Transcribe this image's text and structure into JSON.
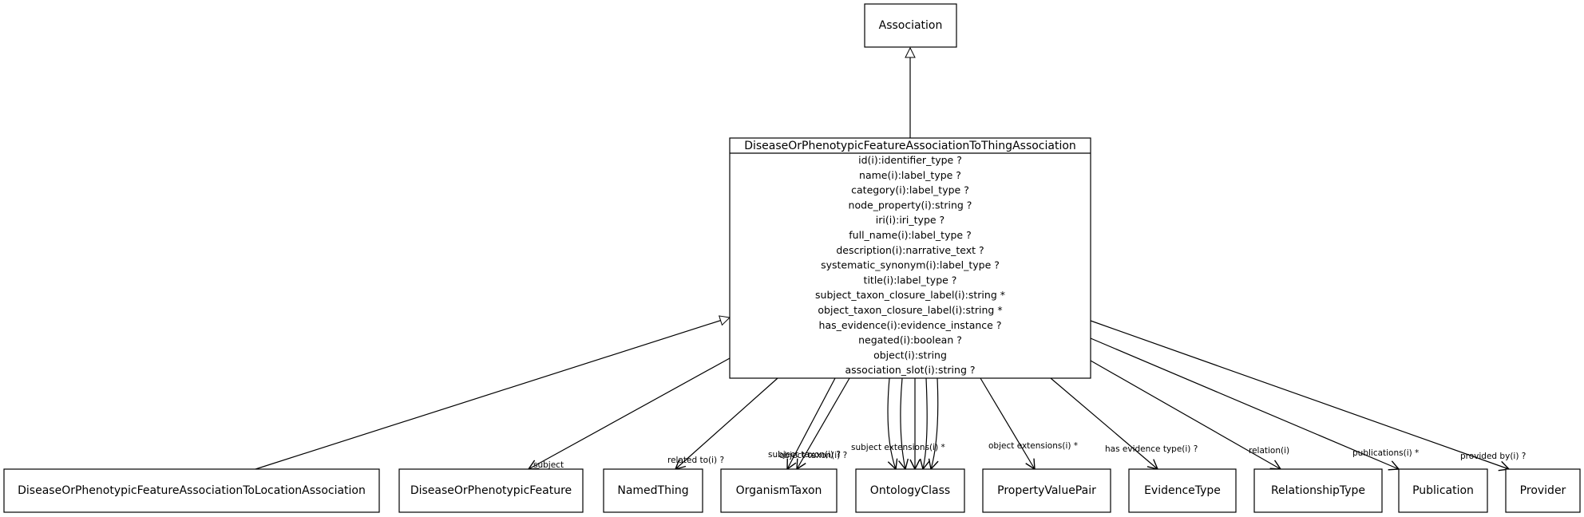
{
  "superclass": {
    "name": "Association"
  },
  "main_class": {
    "name": "DiseaseOrPhenotypicFeatureAssociationToThingAssociation",
    "attributes": [
      "id(i):identifier_type ?",
      "name(i):label_type ?",
      "category(i):label_type ?",
      "node_property(i):string ?",
      "iri(i):iri_type ?",
      "full_name(i):label_type ?",
      "description(i):narrative_text ?",
      "systematic_synonym(i):label_type ?",
      "title(i):label_type ?",
      "subject_taxon_closure_label(i):string *",
      "object_taxon_closure_label(i):string *",
      "has_evidence(i):evidence_instance ?",
      "negated(i):boolean ?",
      "object(i):string",
      "association_slot(i):string ?"
    ]
  },
  "targets": {
    "location_assoc": "DiseaseOrPhenotypicFeatureAssociationToLocationAssociation",
    "disease": "DiseaseOrPhenotypicFeature",
    "named_thing": "NamedThing",
    "organism_taxon": "OrganismTaxon",
    "ontology_class": "OntologyClass",
    "property_value_pair": "PropertyValuePair",
    "evidence_type": "EvidenceType",
    "relationship_type": "RelationshipType",
    "publication": "Publication",
    "provider": "Provider"
  },
  "edge_labels": {
    "subject": "subject",
    "related_to": "related to(i)  ?",
    "subject_taxon": "subject taxon(i)  ?",
    "object_taxon": "object taxon(i)  ?",
    "ontology_overlap": "subject extensions(i)  *",
    "object_extensions": "object extensions(i)  *",
    "has_evidence_type": "has evidence type(i)  ?",
    "relation": "relation(i)",
    "publications": "publications(i)  *",
    "provided_by": "provided by(i)  ?"
  }
}
